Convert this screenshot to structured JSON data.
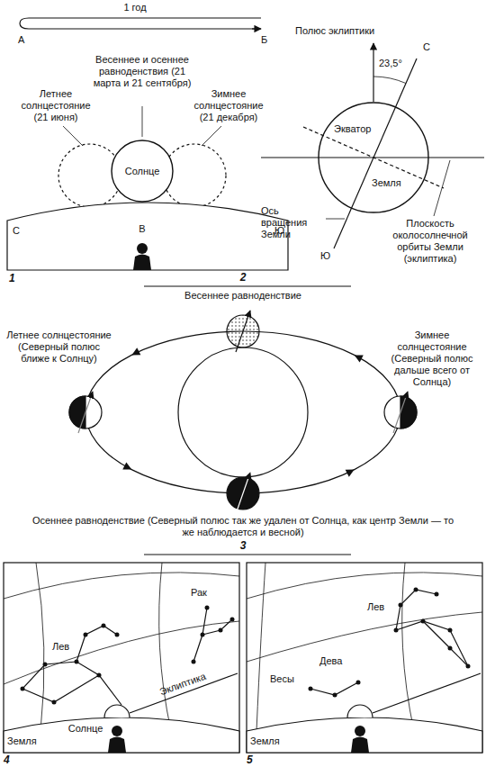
{
  "diagram": {
    "nodes": [
      {
        "text": [
          "Солнце"
        ]
      },
      {
        "text": [
          "Экватор",
          "Земля"
        ]
      }
    ],
    "labels": [
      "1 год",
      "А",
      "Б",
      "Весеннее и осеннее равноденствия (21 марта и 21 сентября)",
      "Летнее солнцестояние (21 июня)",
      "Зимнее солнцестояние (21 декабря)",
      "С",
      "В",
      "Ю",
      "1",
      "Полюс эклиптики",
      "23,5°",
      "С",
      "Ось вращения Земли",
      "Ю",
      "Плоскость околосолнечной орбиты Земли (эклиптика)",
      "2",
      "Весеннее равноденствие",
      "Летнее солнцестояние (Северный полюс ближе к Солнцу)",
      "Зимнее солнцестояние (Северный полюс дальше всего от Солнца)",
      "Осеннее равноденствие (Северный полюс так же удален от Солнца, как центр Земли — то же наблюдается и весной)",
      "3",
      "Рак",
      "Лев",
      "Эклиптика",
      "Солнце",
      "Земля",
      "4",
      "Весы",
      "Дева",
      "Лев",
      "Земля",
      "5"
    ]
  }
}
